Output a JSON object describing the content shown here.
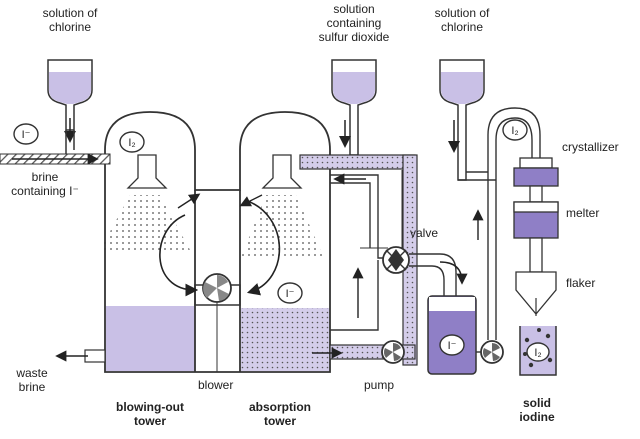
{
  "labels": {
    "chlorine_1": [
      "solution of",
      "chlorine"
    ],
    "sulfur_dioxide": [
      "solution",
      "containing",
      "sulfur dioxide"
    ],
    "chlorine_2": [
      "solution of",
      "chlorine"
    ],
    "brine": [
      "brine",
      "containing I⁻"
    ],
    "waste_brine": [
      "waste",
      "brine"
    ],
    "blower": "blower",
    "pump": "pump",
    "valve": "valve",
    "blowing_out_tower": [
      "blowing-out",
      "tower"
    ],
    "absorption_tower": [
      "absorption",
      "tower"
    ],
    "crystallizer": "crystallizer",
    "melter": "melter",
    "flaker": "flaker",
    "solid_iodine": [
      "solid",
      "iodine"
    ]
  },
  "ions": {
    "iodide": "I⁻",
    "iodine": "I₂"
  },
  "colors": {
    "solution": "#c9c0e6",
    "solution_dark": "#8f7fc6",
    "outline": "#333333"
  }
}
